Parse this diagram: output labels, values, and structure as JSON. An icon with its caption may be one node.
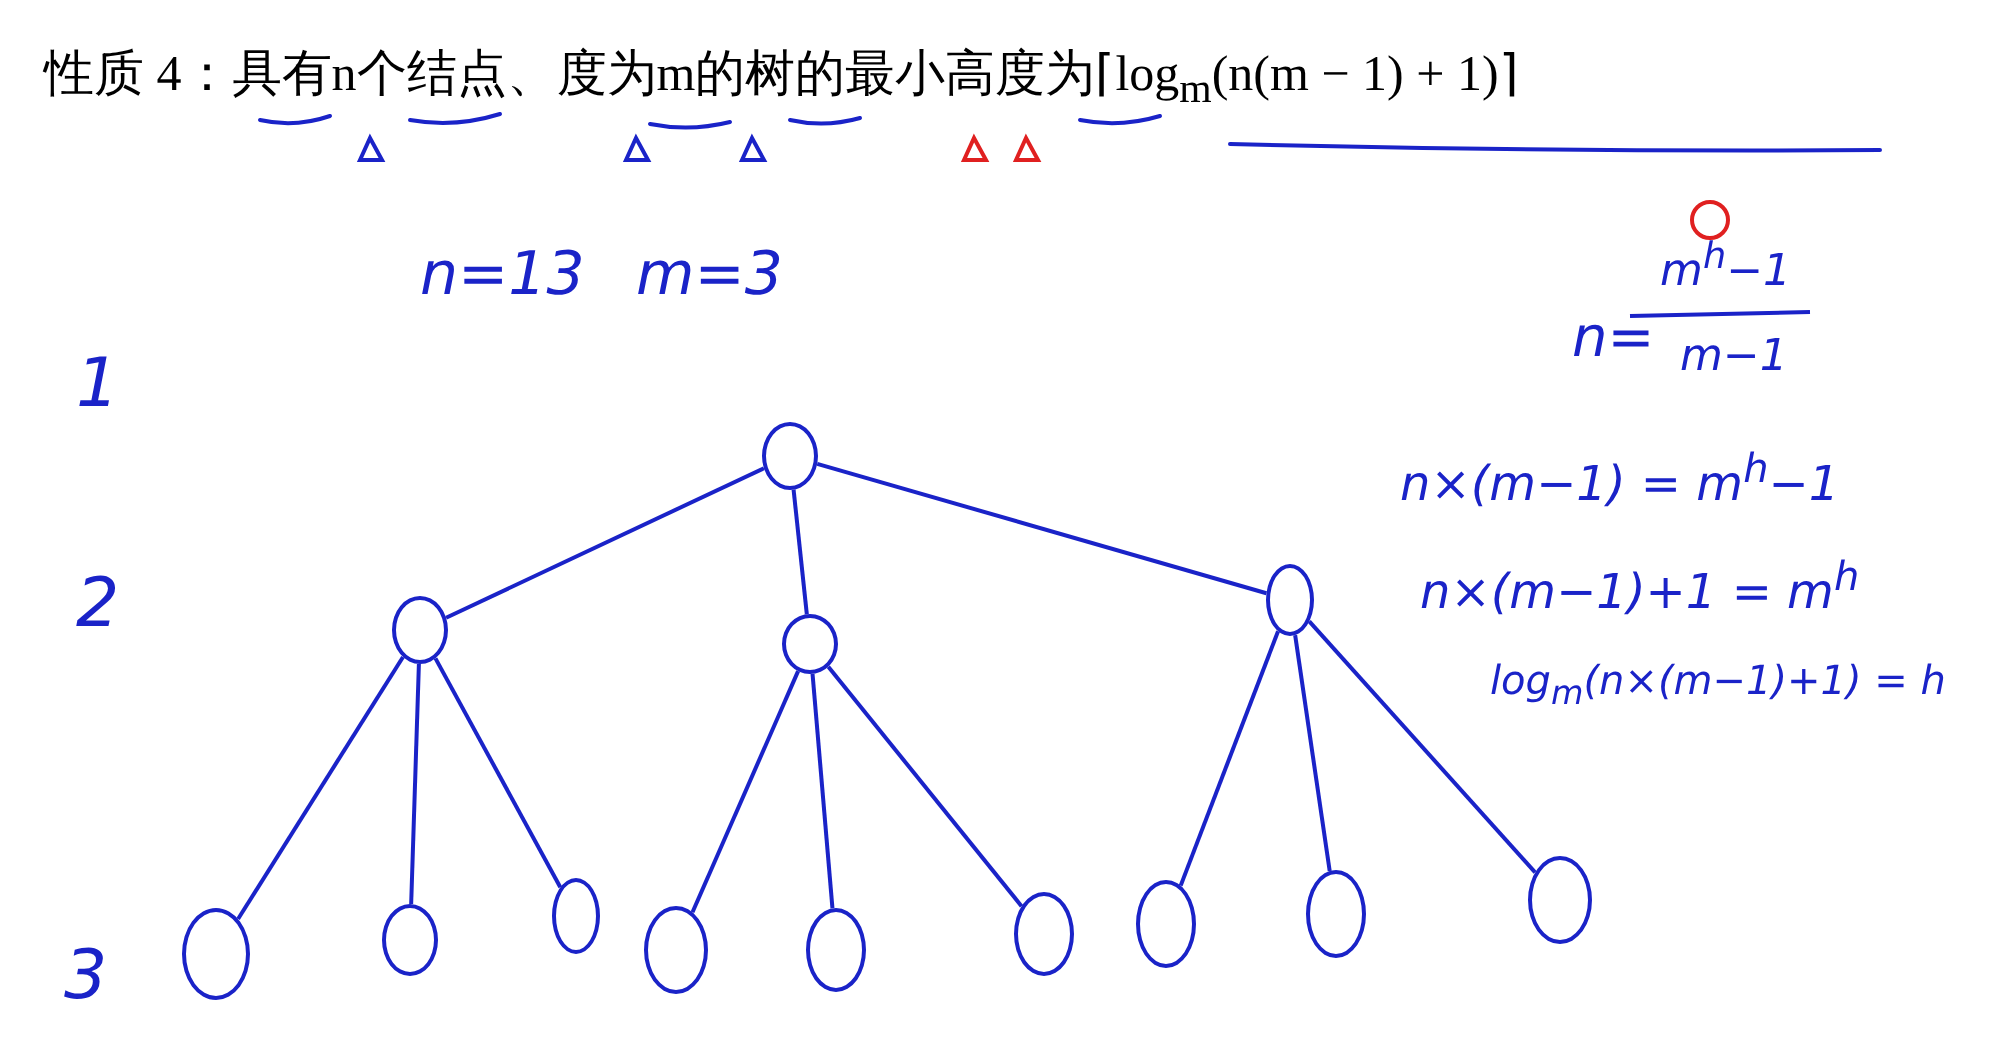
{
  "diagram": {
    "title": "性质 4：具有n个结点、度为m的树的最小高度为⌈log$_{m}$(n(m − 1) + 1)⌉",
    "nodes": [
      {
        "text": [],
        "shape": "circle"
      },
      {
        "text": [],
        "shape": "circle"
      },
      {
        "text": [],
        "shape": "circle"
      },
      {
        "text": [],
        "shape": "circle"
      },
      {
        "text": [],
        "shape": "circle"
      },
      {
        "text": [],
        "shape": "circle"
      },
      {
        "text": [],
        "shape": "circle"
      },
      {
        "text": [],
        "shape": "circle"
      },
      {
        "text": [],
        "shape": "circle"
      },
      {
        "text": [],
        "shape": "circle"
      },
      {
        "text": [],
        "shape": "circle"
      },
      {
        "text": [],
        "shape": "circle"
      },
      {
        "text": [],
        "shape": "circle"
      }
    ],
    "edges": [
      {
        "from": 0,
        "to": 1,
        "arrow": "none"
      },
      {
        "from": 0,
        "to": 2,
        "arrow": "none"
      },
      {
        "from": 0,
        "to": 3,
        "arrow": "none"
      },
      {
        "from": 1,
        "to": 4,
        "arrow": "none"
      },
      {
        "from": 1,
        "to": 5,
        "arrow": "none"
      },
      {
        "from": 1,
        "to": 6,
        "arrow": "none"
      },
      {
        "from": 2,
        "to": 7,
        "arrow": "none"
      },
      {
        "from": 2,
        "to": 8,
        "arrow": "none"
      },
      {
        "from": 2,
        "to": 9,
        "arrow": "none"
      },
      {
        "from": 3,
        "to": 10,
        "arrow": "none"
      },
      {
        "from": 3,
        "to": 11,
        "arrow": "none"
      },
      {
        "from": 3,
        "to": 12,
        "arrow": "none"
      }
    ],
    "labels": [
      "n=13",
      "m=3",
      "1",
      "2",
      "3",
      "n=",
      "m$^{h}$−1",
      "m−1",
      "n×(m−1) = m$^{h}$−1",
      "n×(m−1)+1 = m$^{h}$",
      "log$_{m}$(n×(m−1)+1) = h"
    ]
  }
}
